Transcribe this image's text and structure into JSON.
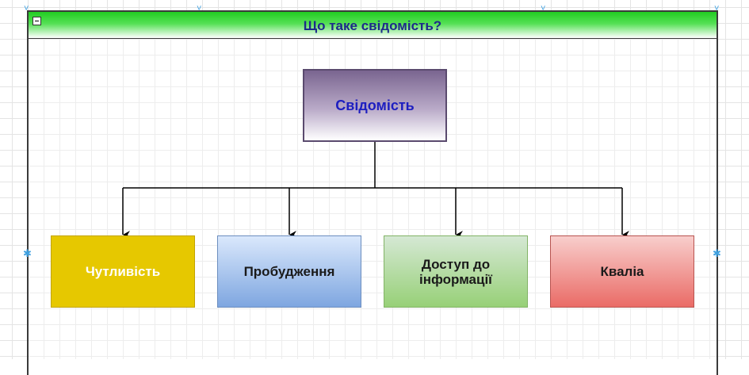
{
  "container": {
    "title": "Що таке свідомість?"
  },
  "nodes": {
    "root": "Свідомість",
    "sensitivity": "Чутливість",
    "awakening": "Пробудження",
    "access_line1": "Доступ до",
    "access_line2": "інформації",
    "qualia": "Кваліа"
  },
  "colors": {
    "header_green": "#22cc22",
    "title_text": "#1d2a8a",
    "root_fill": "#7a6590",
    "root_text": "#1d1ec0",
    "yellow_fill": "#e6c800",
    "blue_fill": "#7ea6e0",
    "green_fill": "#97d077",
    "red_fill": "#ea6b66",
    "selection_handle": "#3ea0e0"
  }
}
